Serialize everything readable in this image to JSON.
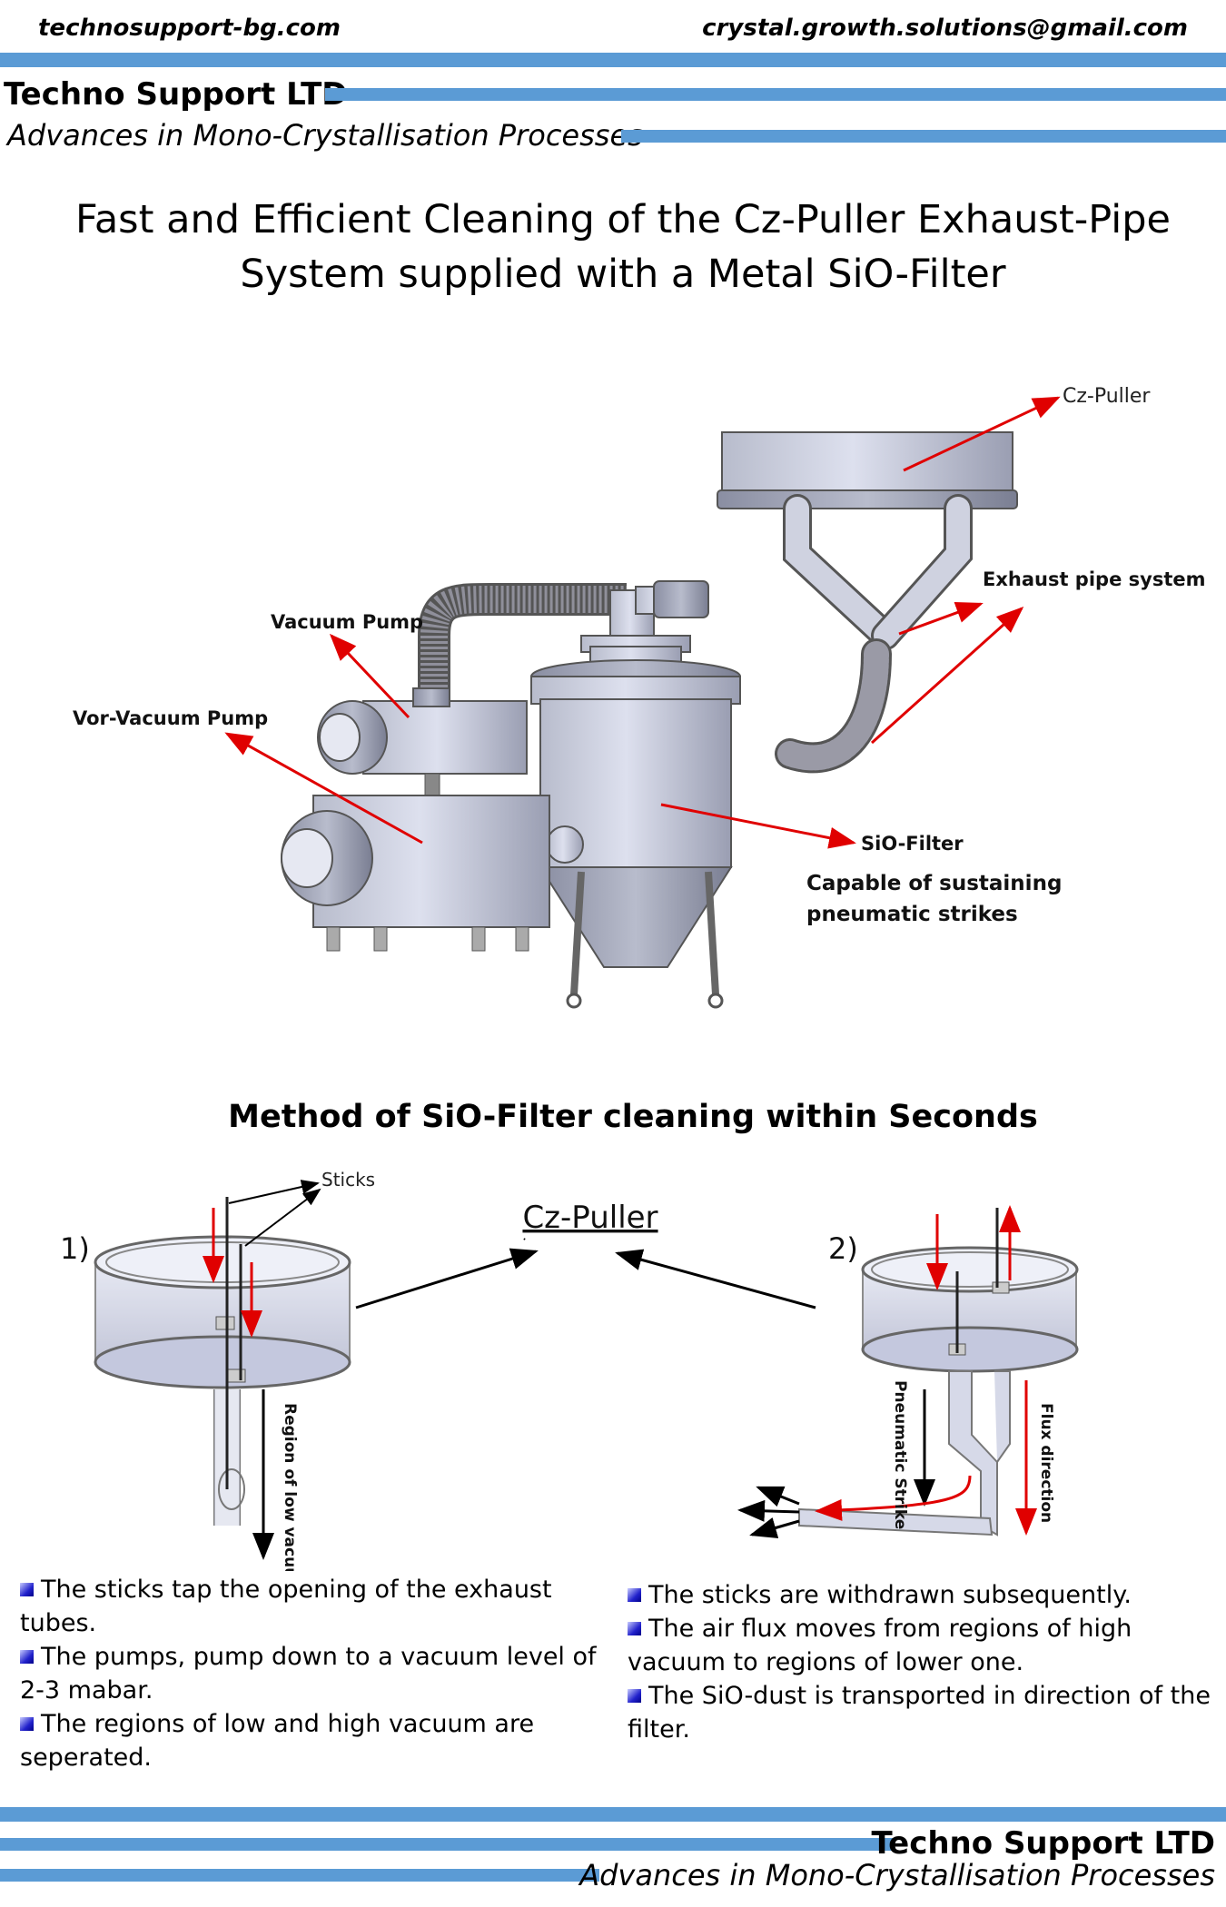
{
  "header": {
    "website": "technosupport-bg.com",
    "email": "crystal.growth.solutions@gmail.com",
    "company": "Techno Support LTD",
    "tagline": "Advances in Mono-Crystallisation Processes"
  },
  "title": {
    "line1": "Fast and Efficient Cleaning of the Cz-Puller Exhaust-Pipe",
    "line2": "System supplied with a Metal SiO-Filter"
  },
  "diagram": {
    "labels": {
      "cz_puller": "Cz-Puller",
      "exhaust": "Exhaust pipe system",
      "vacuum_pump": "Vacuum Pump",
      "vor_vacuum_pump": "Vor-Vacuum Pump",
      "sio_filter": "SiO-Filter",
      "capable_line1": "Capable of sustaining",
      "capable_line2": "pneumatic strikes"
    }
  },
  "method": {
    "title": "Method of SiO-Filter cleaning within Seconds",
    "sticks": "Sticks",
    "cz_puller": "Cz-Puller",
    "step1": "1)",
    "step2": "2)",
    "low_vacuum": "Region of low vacuum",
    "pneumatic_strike": "Pneumatic Strike",
    "flux_direction": "Flux direction"
  },
  "bullets_left": [
    "The sticks tap the opening of the exhaust tubes.",
    "The pumps, pump down to a vacuum level of 2-3 mabar.",
    "The regions of low and high vacuum are seperated."
  ],
  "bullets_right": [
    "The sticks are withdrawn subsequently.",
    "The air flux moves from regions of high vacuum to regions of lower one.",
    "The SiO-dust is transported in direction of the filter."
  ],
  "footer": {
    "company": "Techno Support LTD",
    "tagline": "Advances in Mono-Crystallisation Processes"
  },
  "colors": {
    "accent_bar": "#5b9bd5",
    "arrow_red": "#e00000"
  }
}
